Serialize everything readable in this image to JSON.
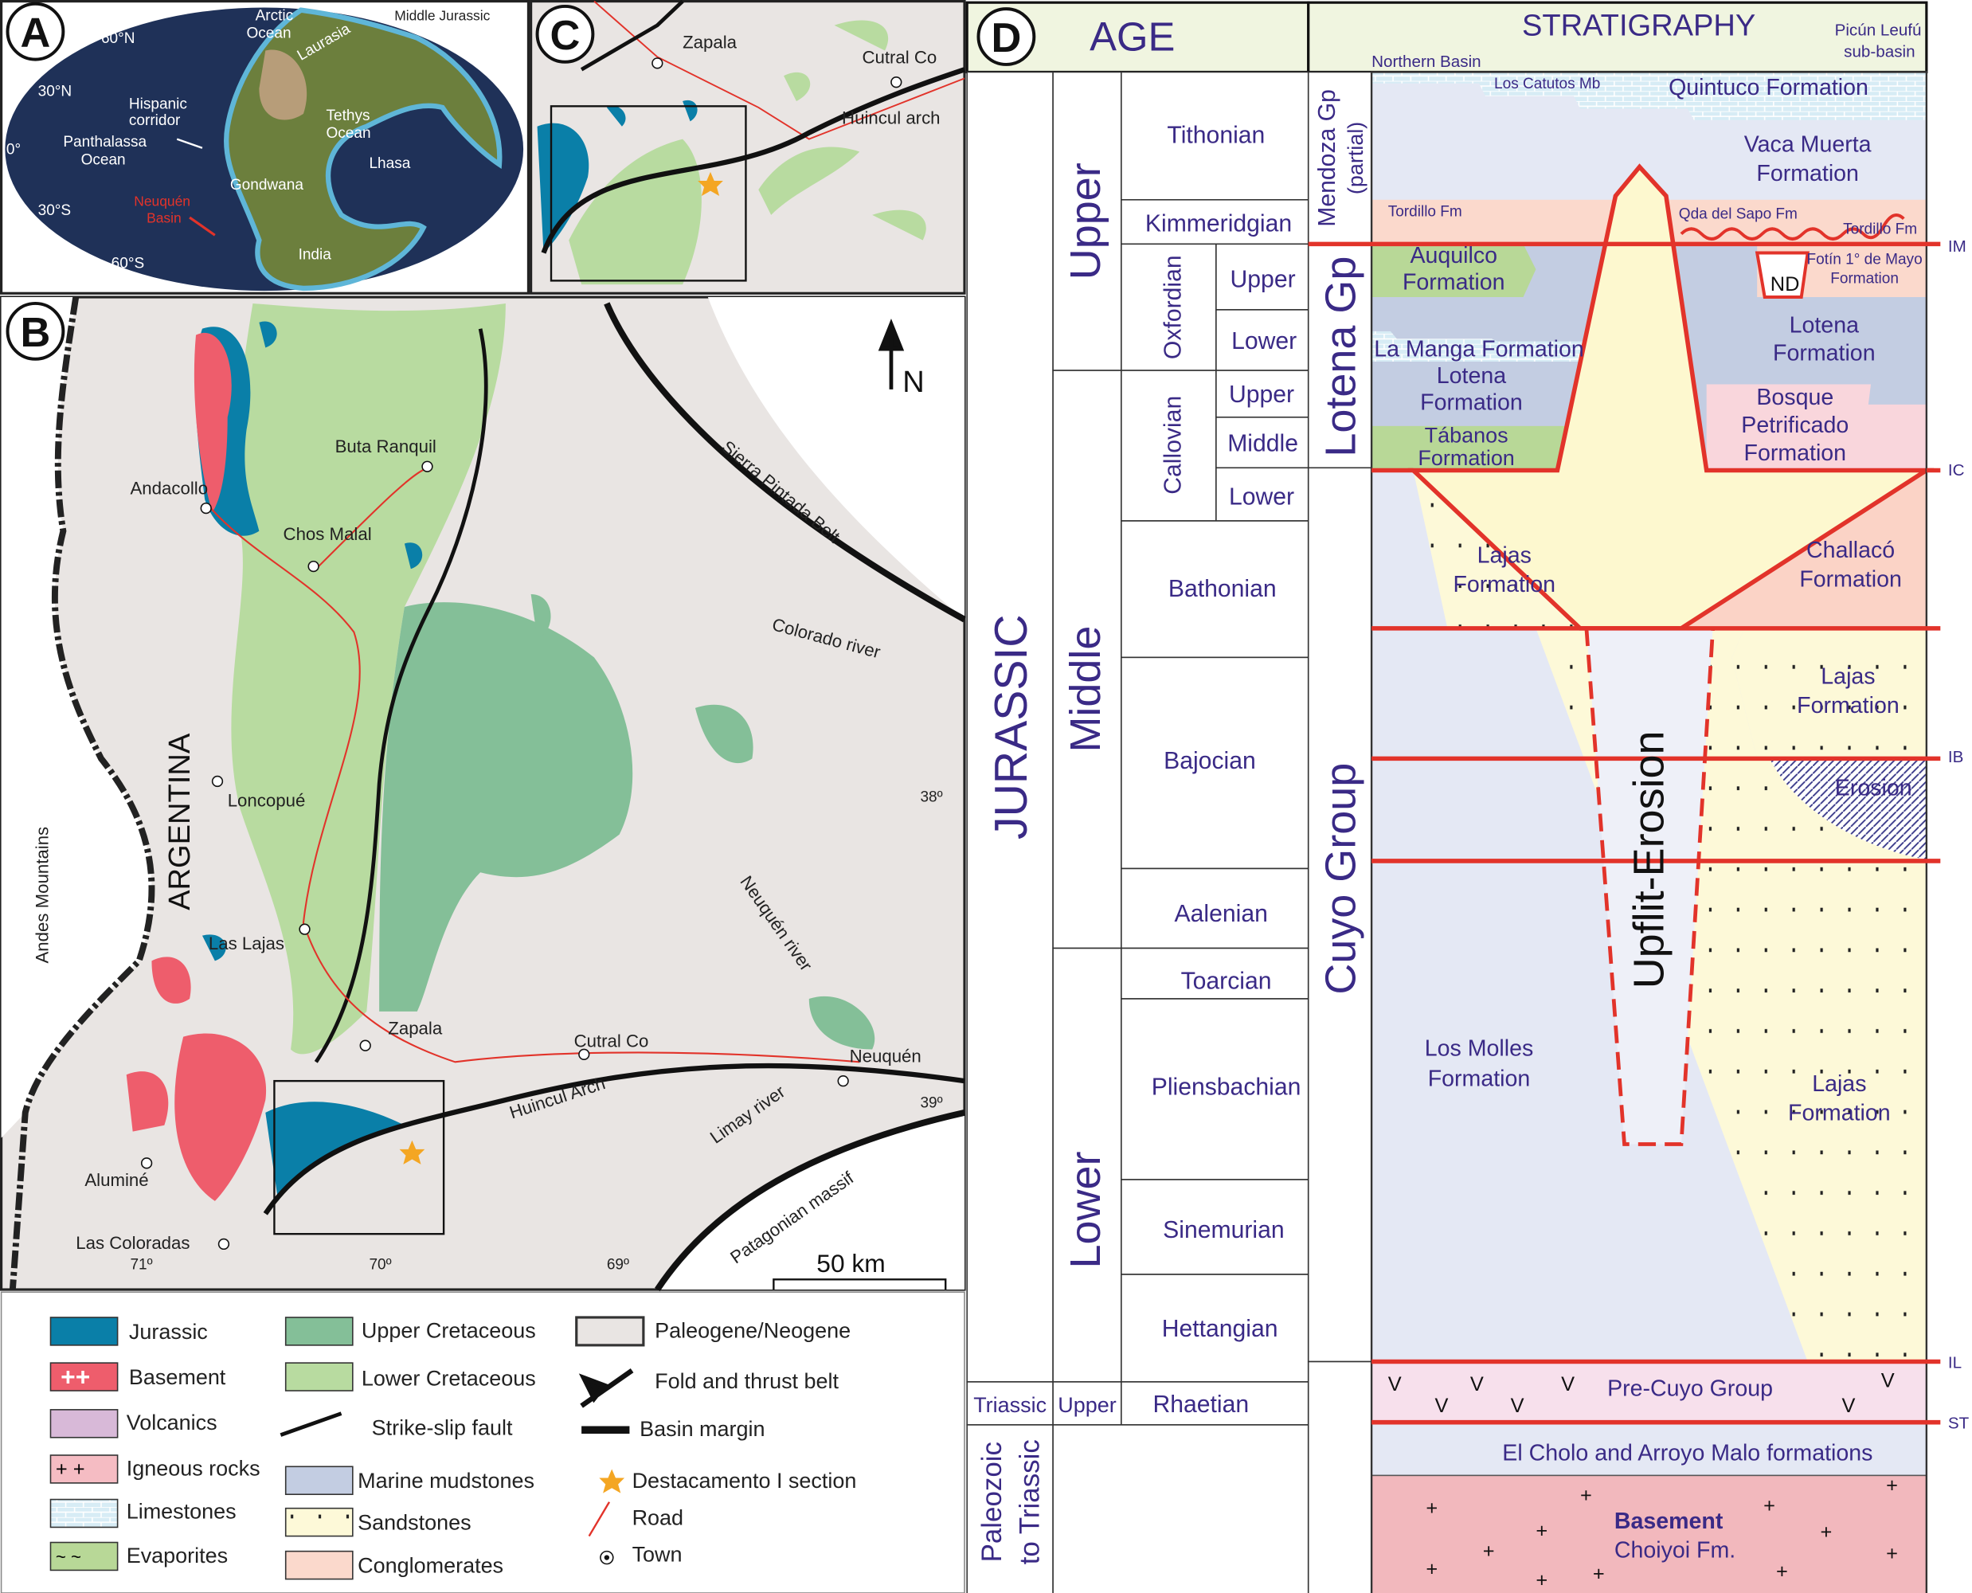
{
  "panels": {
    "a": "A",
    "b": "B",
    "c": "C",
    "d": "D"
  },
  "panel_a": {
    "title": "Middle Jurassic",
    "latitudes": [
      "60°N",
      "30°N",
      "0°",
      "30°S",
      "60°S"
    ],
    "labels": {
      "arctic": "Arctic",
      "arctic2": "Ocean",
      "laurasia": "Laurasia",
      "hispanic": "Hispanic",
      "hispanic2": "corridor",
      "panthalassa": "Panthalassa",
      "panthalassa2": "Ocean",
      "tethys": "Tethys",
      "tethys2": "Ocean",
      "lhasa": "Lhasa",
      "gondwana": "Gondwana",
      "neuquen": "Neuquén",
      "neuquen2": "Basin",
      "india": "India"
    }
  },
  "panel_c": {
    "zapala": "Zapala",
    "cutral_co": "Cutral Co",
    "huincul": "Huincul arch"
  },
  "panel_b": {
    "towns": {
      "andacollo": "Andacollo",
      "buta_ranquil": "Buta Ranquil",
      "chos_malal": "Chos Malal",
      "loncopue": "Loncopué",
      "las_lajas": "Las Lajas",
      "zapala": "Zapala",
      "cutral_co": "Cutral Co",
      "neuquen": "Neuquén",
      "alumine": "Aluminé",
      "las_coloradas": "Las Coloradas"
    },
    "features": {
      "argentina": "ARGENTINA",
      "andes": "Andes Mountains",
      "sierra": "Sierra Pintada Belt",
      "colorado": "Colorado river",
      "neuquen_river": "Neuquén river",
      "limay": "Limay river",
      "huincul": "Huincul Arch",
      "patagonian": "Patagonian massif"
    },
    "north": "N",
    "lat_ticks": [
      "38º",
      "39º"
    ],
    "lon_ticks": [
      "71º",
      "70º",
      "69º"
    ],
    "scale": "50 km"
  },
  "legend": {
    "jurassic": "Jurassic",
    "basement": "Basement",
    "volcanics": "Volcanics",
    "igneous": "Igneous rocks",
    "limestones": "Limestones",
    "evaporites": "Evaporites",
    "upper_cret": "Upper Cretaceous",
    "lower_cret": "Lower Cretaceous",
    "strike_slip": "Strike-slip fault",
    "marine": "Marine mudstones",
    "sandstones": "Sandstones",
    "conglomerates": "Conglomerates",
    "paleogene": "Paleogene/Neogene",
    "fold": "Fold and thrust belt",
    "basin_margin": "Basin margin",
    "destacamento": "Destacamento I section",
    "road": "Road",
    "town": "Town"
  },
  "colors": {
    "jurassic": "#0a7fa8",
    "basement": "#ee5d6c",
    "upper_cret": "#84bf98",
    "lower_cret": "#b8dba0",
    "paleogene": "#e9e5e3",
    "marine": "#c3cde2",
    "sandstone": "#fdf9d8",
    "conglomerate": "#fbd9cc",
    "boundary": "#e2332a",
    "text": "#3a2a86"
  },
  "panel_d": {
    "age": "AGE",
    "stratigraphy": "STRATIGRAPHY",
    "northern_basin": "Northern Basin",
    "picun": "Picún Leufú",
    "picun2": "sub-basin",
    "periods": {
      "jurassic": "JURASSIC",
      "triassic": "Triassic",
      "paleozoic": "Paleozoic",
      "paleozoic2": "to Triassic"
    },
    "epochs": {
      "upper": "Upper",
      "middle": "Middle",
      "lower": "Lower",
      "tri_upper": "Upper"
    },
    "stages": {
      "tithonian": "Tithonian",
      "kimmeridgian": "Kimmeridgian",
      "oxfordian": "Oxfordian",
      "callovian": "Callovian",
      "bathonian": "Bathonian",
      "bajocian": "Bajocian",
      "aalenian": "Aalenian",
      "toarcian": "Toarcian",
      "pliensbachian": "Pliensbachian",
      "sinemurian": "Sinemurian",
      "hettangian": "Hettangian",
      "rhaetian": "Rhaetian"
    },
    "substages": {
      "ox_upper": "Upper",
      "ox_lower": "Lower",
      "ca_upper": "Upper",
      "ca_middle": "Middle",
      "ca_lower": "Lower"
    },
    "groups": {
      "mendoza": "Mendoza Gp",
      "mendoza2": "(partial)",
      "lotena": "Lotena Gp",
      "cuyo": "Cuyo Group"
    },
    "units": {
      "los_catutos": "Los Catutos Mb",
      "quintuco": "Quintuco Formation",
      "vaca1": "Vaca Muerta",
      "vaca2": "Formation",
      "tordillo_l": "Tordillo Fm",
      "qda": "Qda del Sapo Fm",
      "tordillo_r": "Tordillo Fm",
      "auquilco1": "Auquilco",
      "auquilco2": "Formation",
      "fotin1": "Fotín 1° de Mayo",
      "fotin2": "Formation",
      "nd": "ND",
      "lotena_r1": "Lotena",
      "lotena_r2": "Formation",
      "la_manga": "La Manga Formation",
      "lotena_l1": "Lotena",
      "lotena_l2": "Formation",
      "bosque1": "Bosque",
      "bosque2": "Petrificado",
      "bosque3": "Formation",
      "tabanos1": "Tábanos",
      "tabanos2": "Formation",
      "lajas_l1": "Lajas",
      "lajas_l2": "Formation",
      "challaco1": "Challacó",
      "challaco2": "Formation",
      "lajas_m1": "Lajas",
      "lajas_m2": "Formation",
      "erosion": "Erosion",
      "upflit": "Upflit-Erosion",
      "molles1": "Los Molles",
      "molles2": "Formation",
      "lajas_r1": "Lajas",
      "lajas_r2": "Formation",
      "precuyo": "Pre-Cuyo Group",
      "elcholo": "El Cholo and Arroyo Malo formations",
      "basement1": "Basement",
      "basement2": "Choiyoi Fm."
    },
    "boundaries": [
      "IM",
      "IC",
      "IB",
      "IL",
      "ST"
    ]
  }
}
